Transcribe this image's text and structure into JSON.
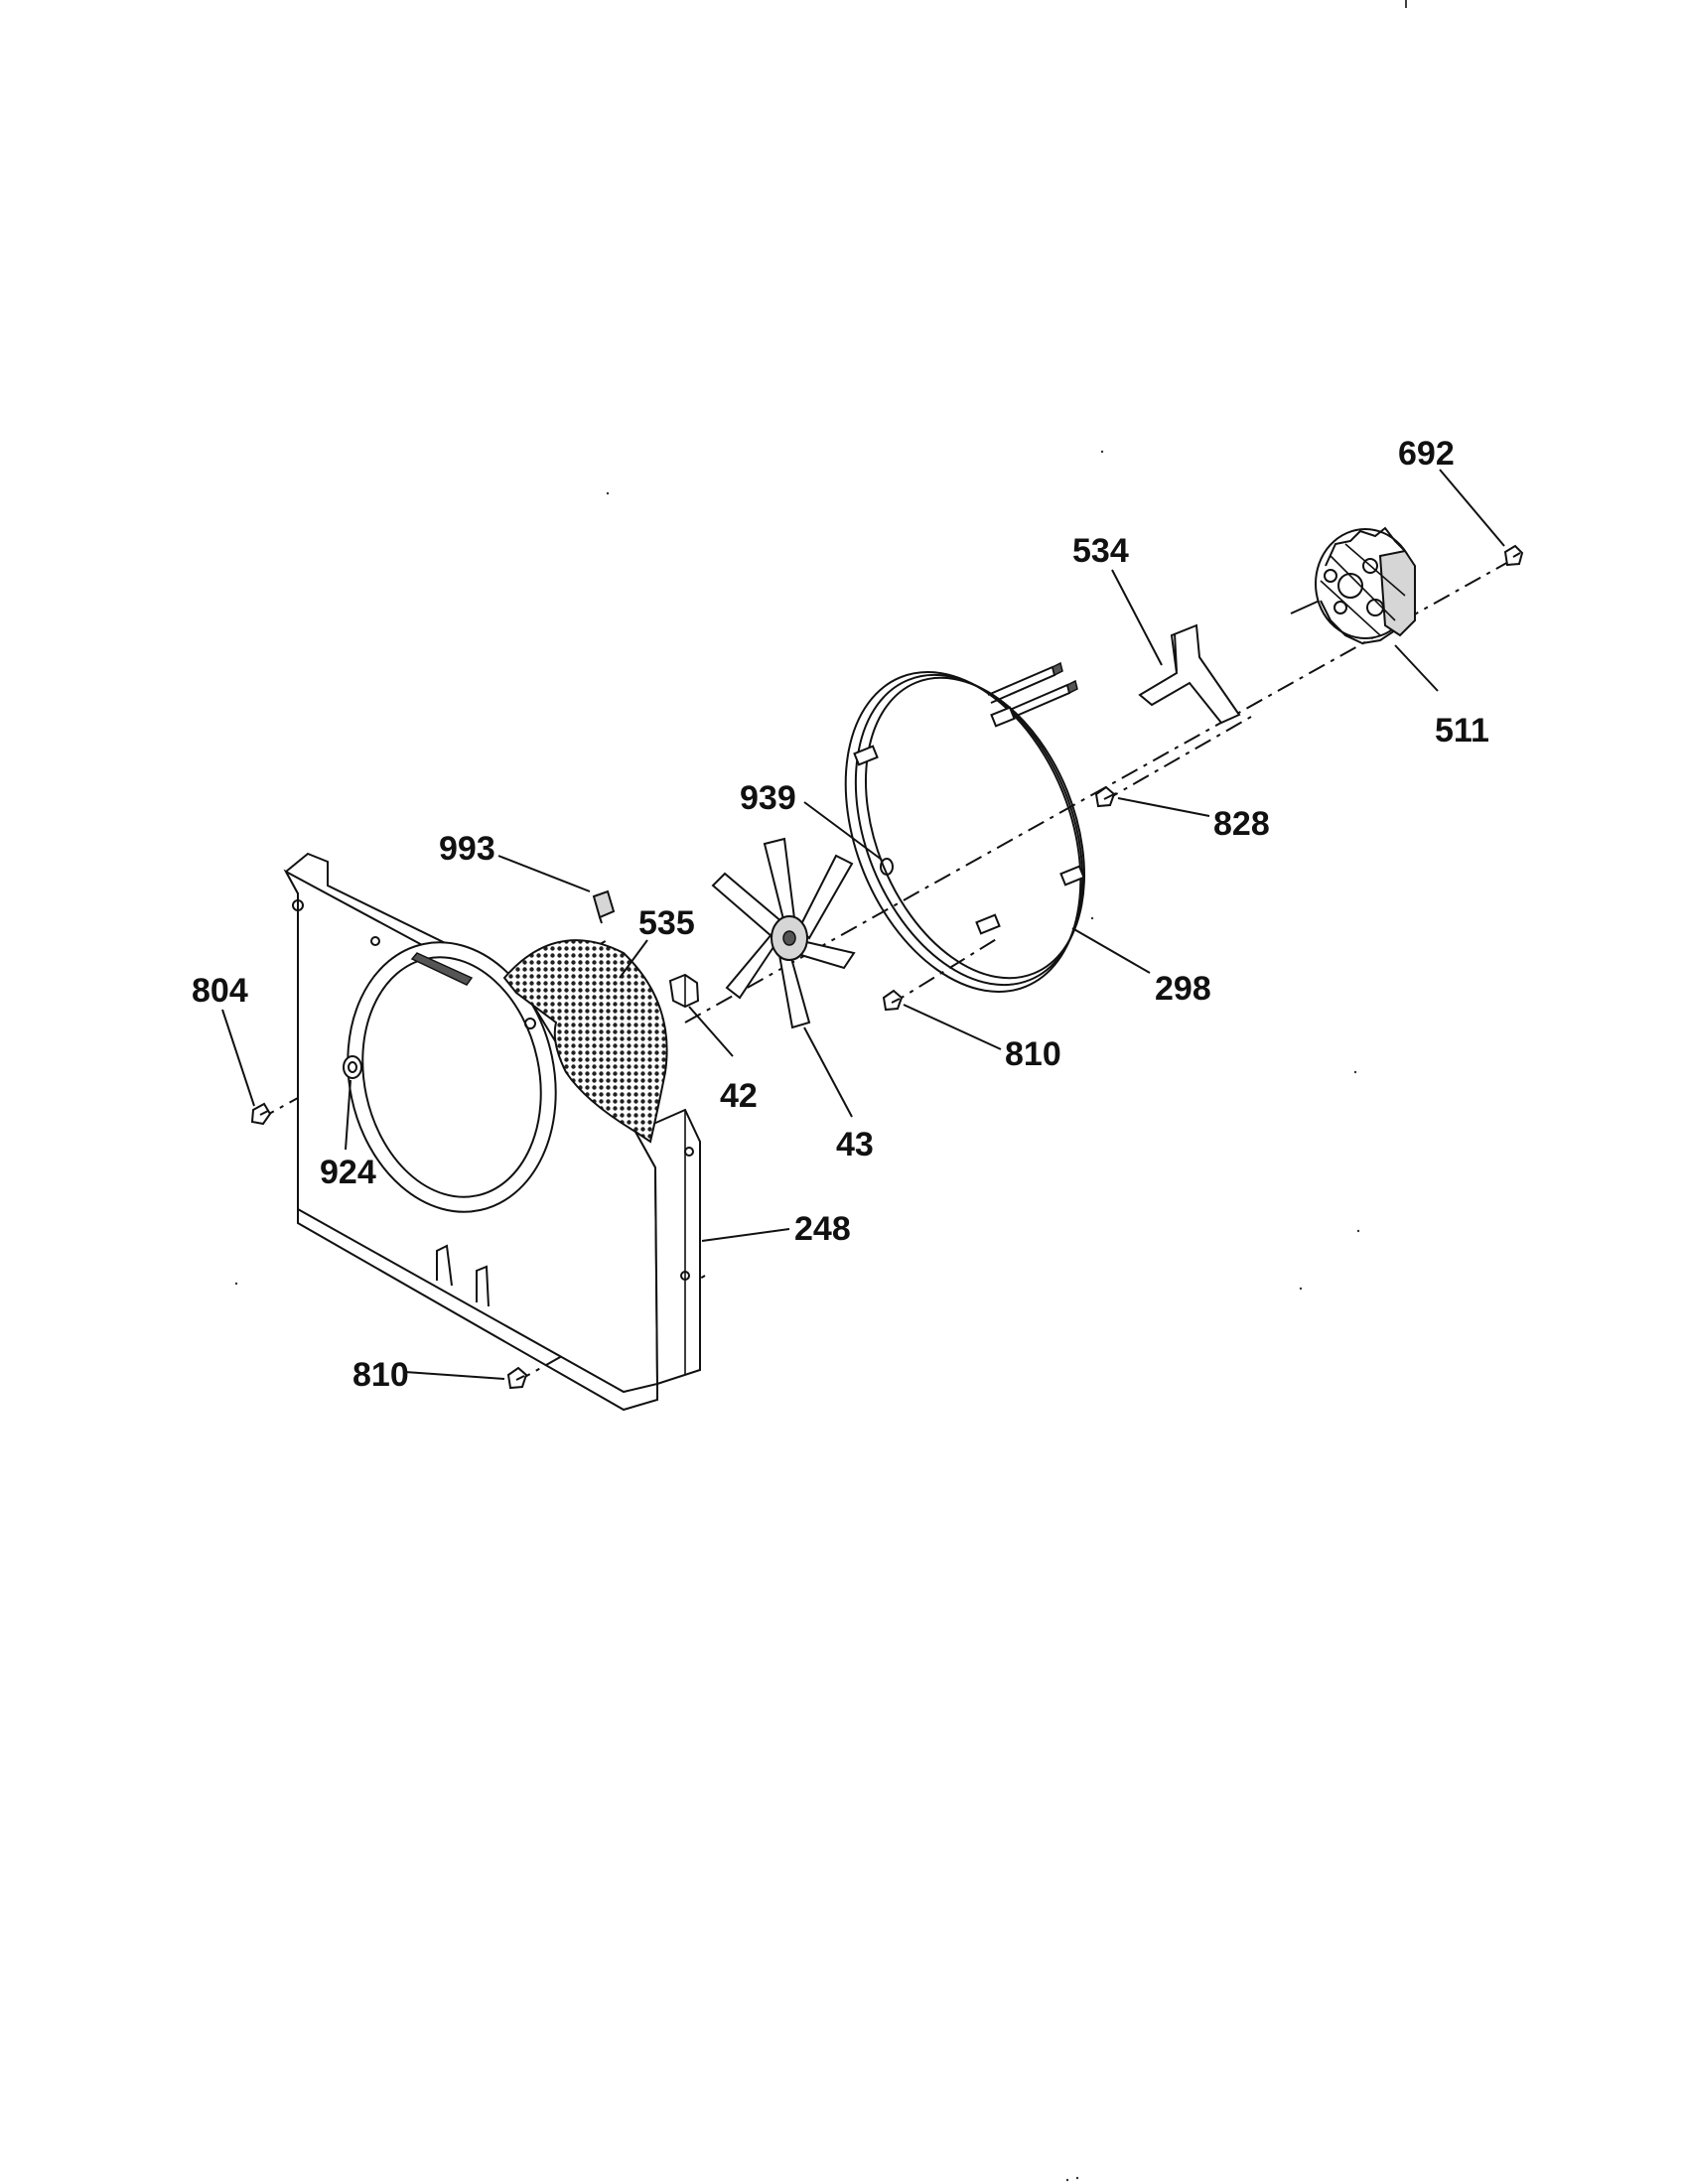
{
  "diagram": {
    "parts": [
      {
        "id": "part-692",
        "number": "692"
      },
      {
        "id": "part-534",
        "number": "534"
      },
      {
        "id": "part-511",
        "number": "511"
      },
      {
        "id": "part-939",
        "number": "939"
      },
      {
        "id": "part-828",
        "number": "828"
      },
      {
        "id": "part-993",
        "number": "993"
      },
      {
        "id": "part-535",
        "number": "535"
      },
      {
        "id": "part-804",
        "number": "804"
      },
      {
        "id": "part-298",
        "number": "298"
      },
      {
        "id": "part-810-upper",
        "number": "810"
      },
      {
        "id": "part-42",
        "number": "42"
      },
      {
        "id": "part-924",
        "number": "924"
      },
      {
        "id": "part-43",
        "number": "43"
      },
      {
        "id": "part-248",
        "number": "248"
      },
      {
        "id": "part-810-lower",
        "number": "810"
      }
    ]
  }
}
